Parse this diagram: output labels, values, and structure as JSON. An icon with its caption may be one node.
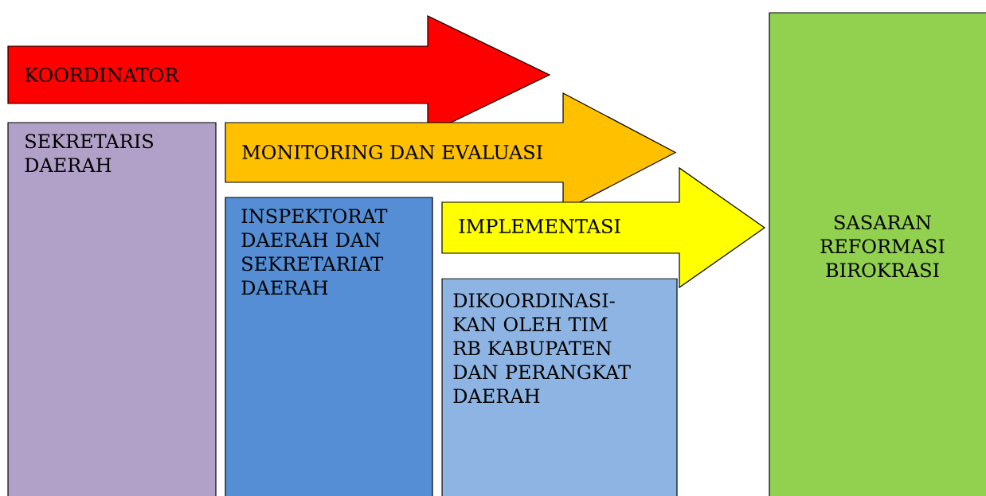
{
  "diagram": {
    "nodes": [
      {
        "text": [
          "KOORDINATOR"
        ]
      },
      {
        "text": [
          "SEKRETARIS DAERAH"
        ]
      },
      {
        "text": [
          "MONITORING DAN EVALUASI"
        ]
      },
      {
        "text": [
          "INSPEKTORAT DAERAH DAN SEKRETARIAT DAERAH"
        ]
      },
      {
        "text": [
          "IMPLEMENTASI"
        ]
      },
      {
        "text": [
          "DIKOORDINASI-KAN OLEH TIM RB KABUPATEN DAN PERANGKAT DAERAH"
        ]
      },
      {
        "text": [
          "SASARAN REFORMASI BIROKRASI"
        ]
      }
    ]
  }
}
